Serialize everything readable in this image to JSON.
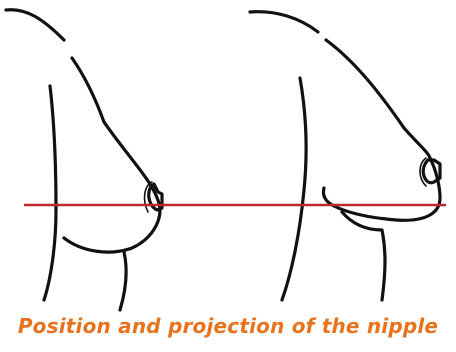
{
  "caption": "Position and projection of the nipple",
  "colors": {
    "caption": "#e8731f",
    "reference_line": "#c0262d",
    "outline": "#111111",
    "background": "#ffffff"
  },
  "figures": [
    {
      "name": "left-torso-profile"
    },
    {
      "name": "right-torso-profile"
    }
  ]
}
